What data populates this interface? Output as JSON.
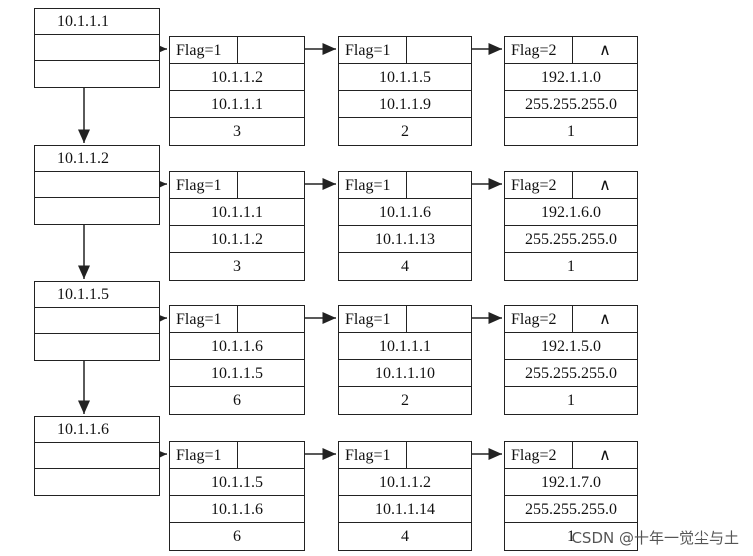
{
  "lists": [
    {
      "head": "10.1.1.1",
      "nodes": [
        {
          "flag": "Flag=1",
          "ptr": "",
          "rows": [
            "10.1.1.2",
            "10.1.1.1",
            "3"
          ]
        },
        {
          "flag": "Flag=1",
          "ptr": "",
          "rows": [
            "10.1.1.5",
            "10.1.1.9",
            "2"
          ]
        },
        {
          "flag": "Flag=2",
          "ptr": "∧",
          "rows": [
            "192.1.1.0",
            "255.255.255.0",
            "1"
          ]
        }
      ]
    },
    {
      "head": "10.1.1.2",
      "nodes": [
        {
          "flag": "Flag=1",
          "ptr": "",
          "rows": [
            "10.1.1.1",
            "10.1.1.2",
            "3"
          ]
        },
        {
          "flag": "Flag=1",
          "ptr": "",
          "rows": [
            "10.1.1.6",
            "10.1.1.13",
            "4"
          ]
        },
        {
          "flag": "Flag=2",
          "ptr": "∧",
          "rows": [
            "192.1.6.0",
            "255.255.255.0",
            "1"
          ]
        }
      ]
    },
    {
      "head": "10.1.1.5",
      "nodes": [
        {
          "flag": "Flag=1",
          "ptr": "",
          "rows": [
            "10.1.1.6",
            "10.1.1.5",
            "6"
          ]
        },
        {
          "flag": "Flag=1",
          "ptr": "",
          "rows": [
            "10.1.1.1",
            "10.1.1.10",
            "2"
          ]
        },
        {
          "flag": "Flag=2",
          "ptr": "∧",
          "rows": [
            "192.1.5.0",
            "255.255.255.0",
            "1"
          ]
        }
      ]
    },
    {
      "head": "10.1.1.6",
      "nodes": [
        {
          "flag": "Flag=1",
          "ptr": "",
          "rows": [
            "10.1.1.5",
            "10.1.1.6",
            "6"
          ]
        },
        {
          "flag": "Flag=1",
          "ptr": "",
          "rows": [
            "10.1.1.2",
            "10.1.1.14",
            "4"
          ]
        },
        {
          "flag": "Flag=2",
          "ptr": "∧",
          "rows": [
            "192.1.7.0",
            "255.255.255.0",
            "1"
          ]
        }
      ]
    }
  ],
  "watermark": "CSDN @十年一觉尘与土"
}
